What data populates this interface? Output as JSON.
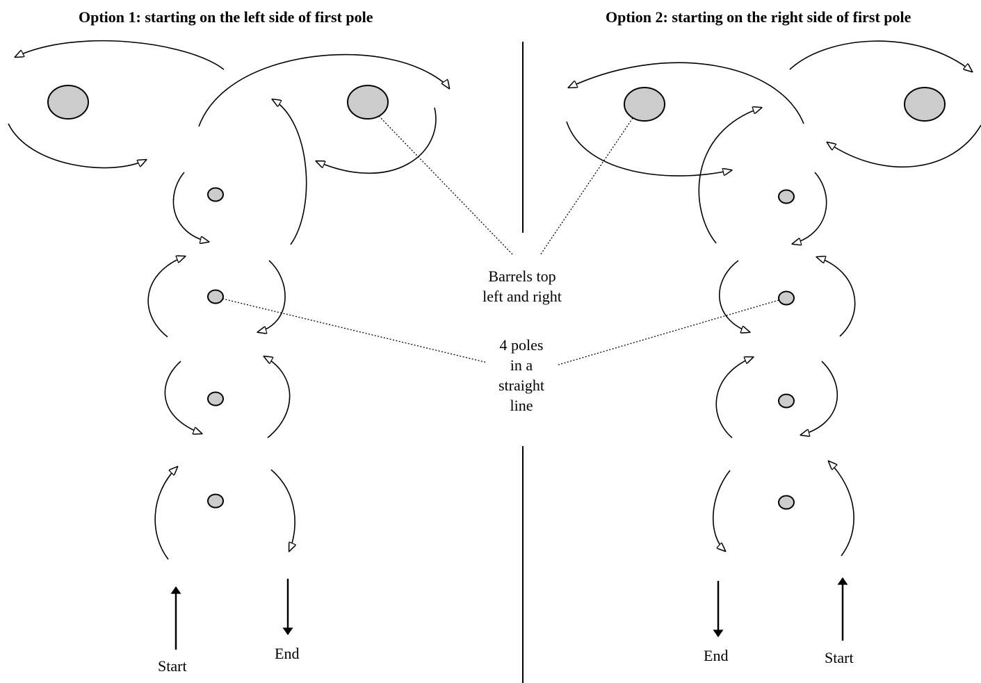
{
  "titles": {
    "left": "Option 1: starting on the left side of first pole",
    "right": "Option 2: starting on the right side of first pole"
  },
  "captions": {
    "barrels": [
      "Barrels top",
      "left and right"
    ],
    "poles": [
      "4 poles",
      "in a",
      "straight",
      "line"
    ]
  },
  "labels": {
    "start": "Start",
    "end": "End"
  },
  "colors": {
    "object_fill": "#cccccc",
    "stroke": "#000000",
    "background": "#ffffff"
  }
}
